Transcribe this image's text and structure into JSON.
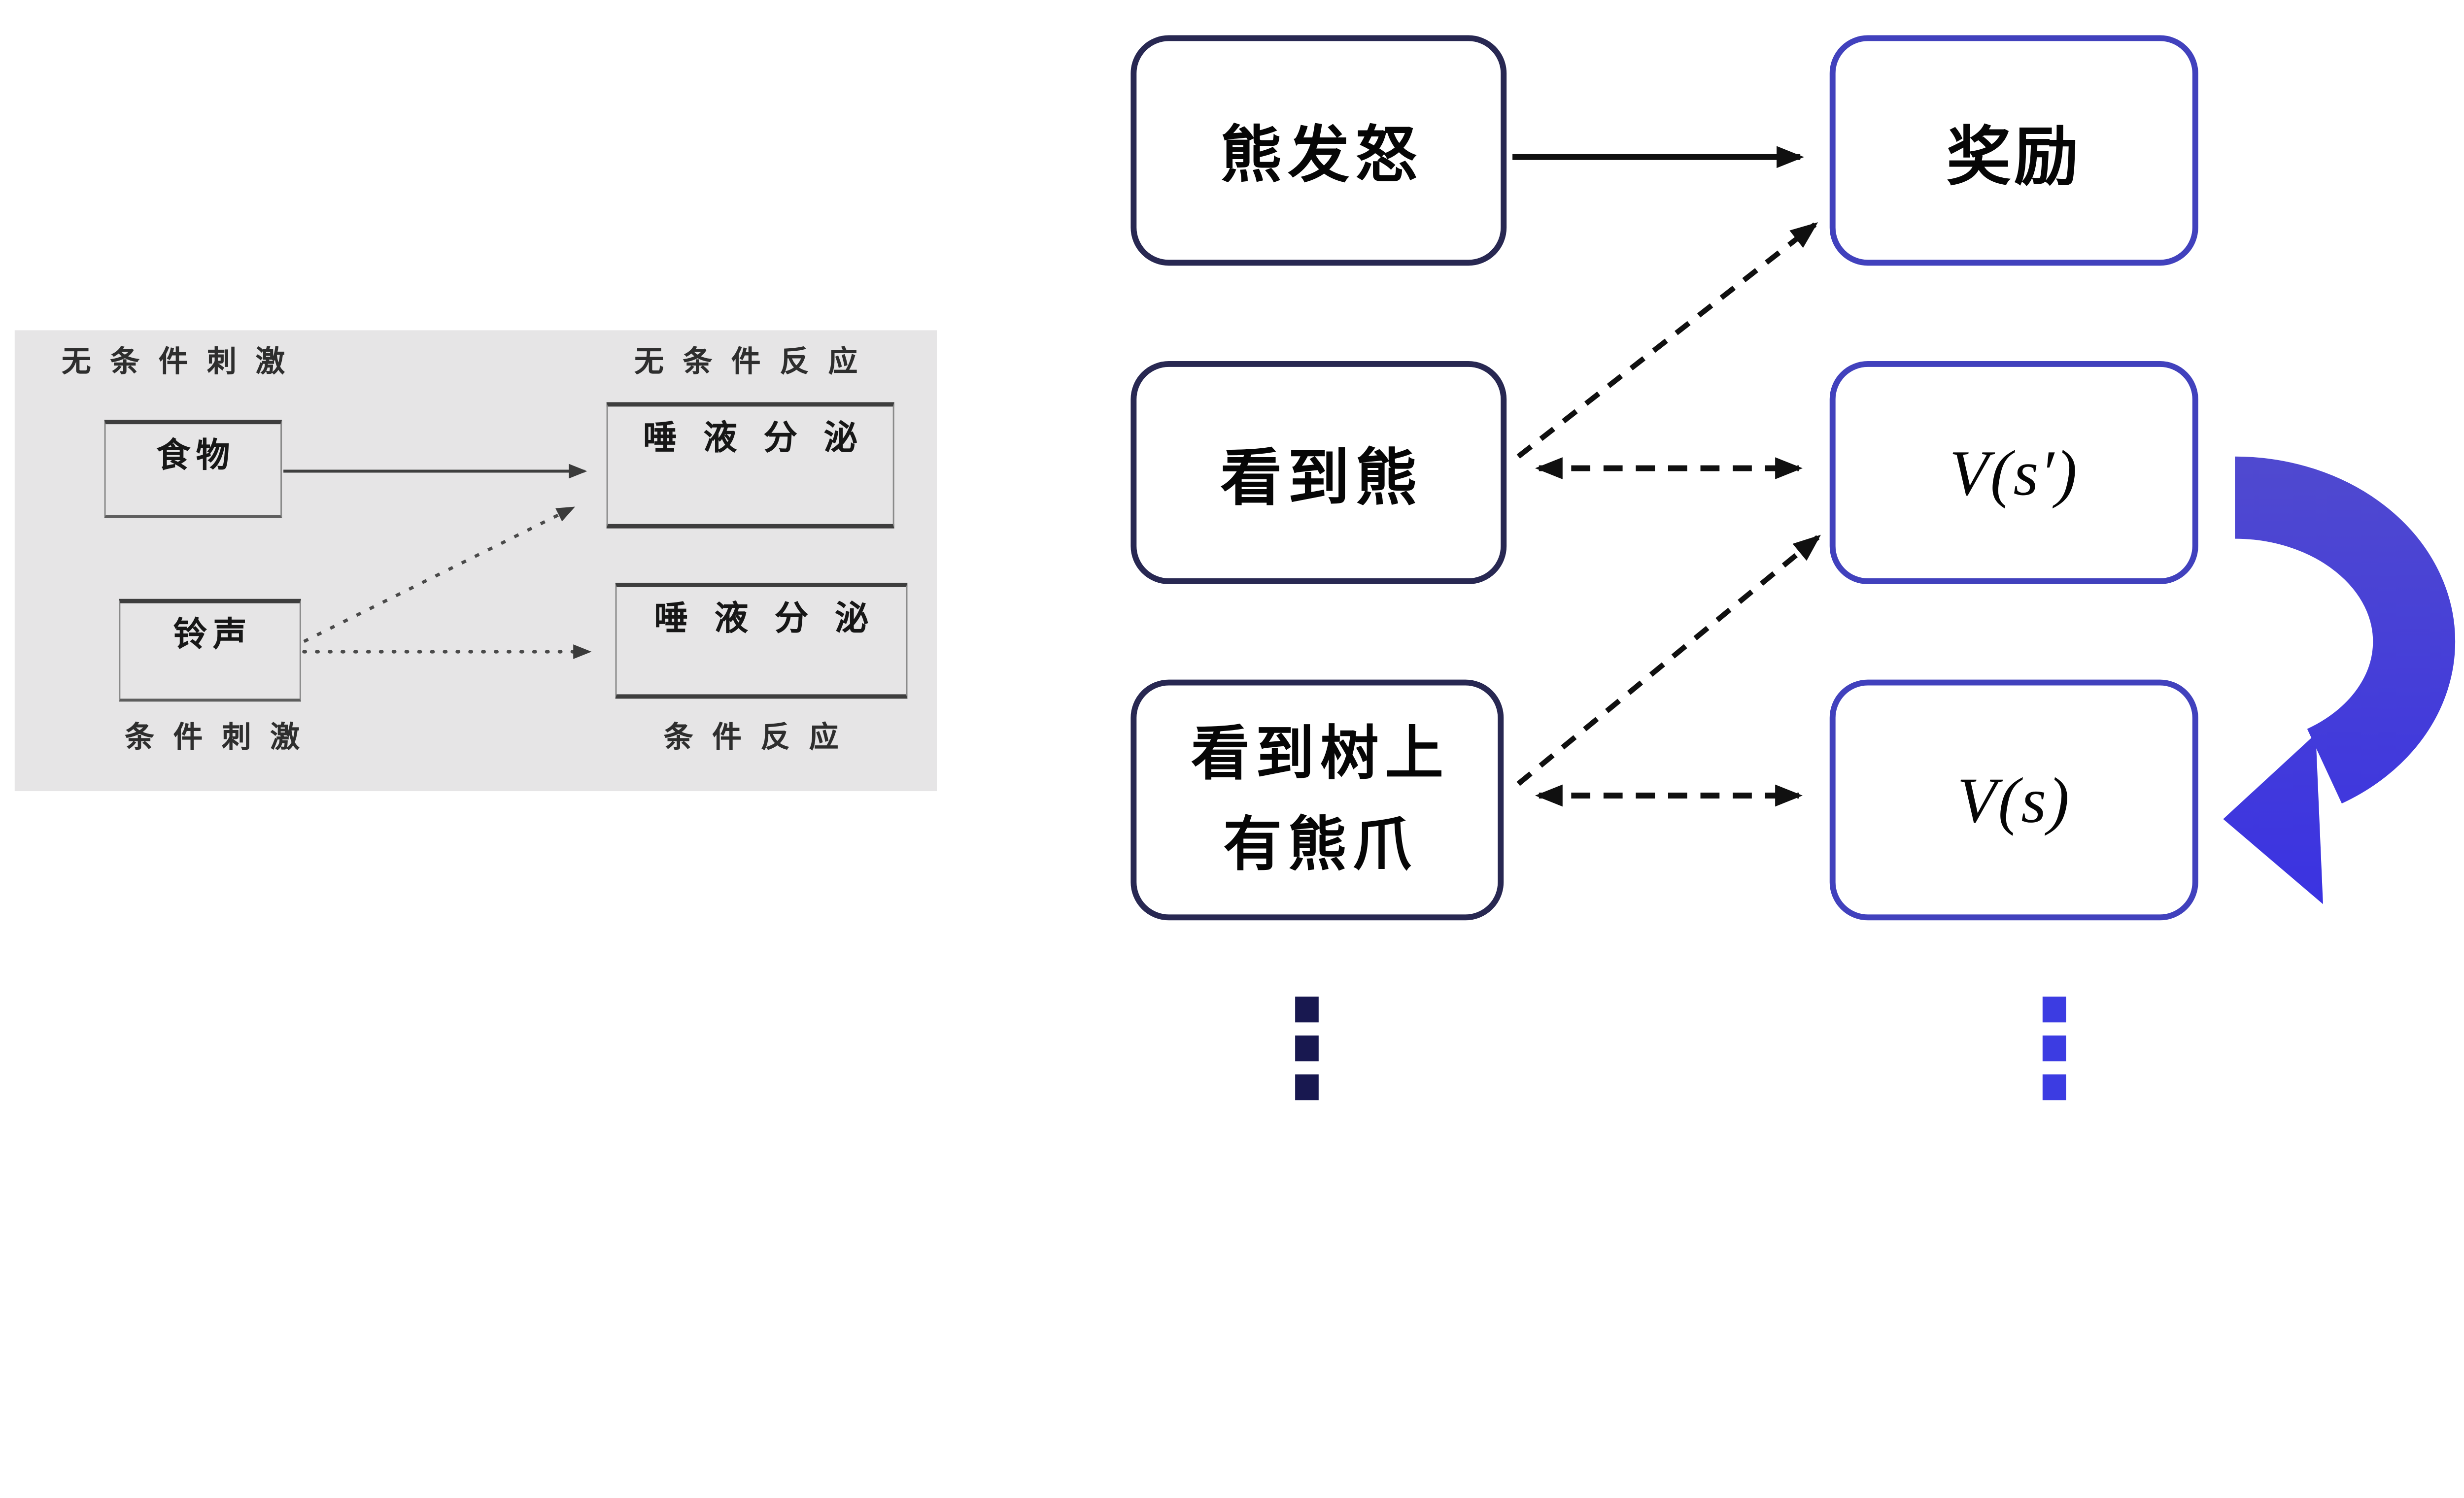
{
  "slide": {
    "left_panel": {
      "label_unconditioned_stimulus": "无条件刺激",
      "label_unconditioned_response": "无条件反应",
      "box_food": "食物",
      "box_salivation_unconditioned": "唾液分泌",
      "box_bell": "铃声",
      "box_salivation_conditioned": "唾液分泌",
      "label_conditioned_stimulus": "条件刺激",
      "label_conditioned_response": "条件反应"
    },
    "right_diagram": {
      "box_bear_rage": "熊发怒",
      "box_reward": "奖励",
      "box_see_bear": "看到熊",
      "box_value_next_state": "V(s′)",
      "box_see_claws_line1": "看到树上",
      "box_see_claws_line2": "有熊爪",
      "box_value_state": "V(s)"
    },
    "colors": {
      "panel_background": "#e6e5e6",
      "panel_box_border": "#3e3e3e",
      "state_box_border": "#282852",
      "value_box_border": "#4141bd",
      "arrow_black": "#101010",
      "panel_arrow_gray": "#3f3f3f",
      "swoosh_blue_top": "#514bce",
      "swoosh_blue_bottom": "#3a32e2",
      "ellipsis_left": "#181850",
      "ellipsis_right": "#3c3ce2"
    }
  }
}
